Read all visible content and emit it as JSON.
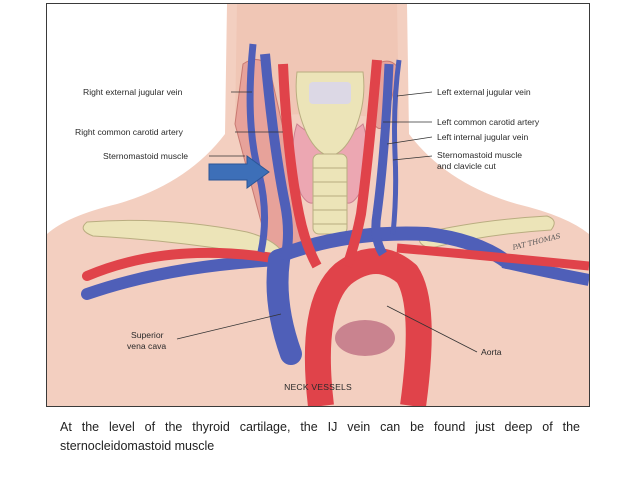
{
  "figure": {
    "title": "NECK VESSELS",
    "signature": "PAT THOMAS",
    "labels": {
      "right_external_jugular_vein": "Right external jugular vein",
      "right_common_carotid_artery": "Right common carotid artery",
      "sternomastoid_muscle": "Sternomastoid muscle",
      "left_external_jugular_vein": "Left external jugular vein",
      "left_common_carotid_artery": "Left common carotid artery",
      "left_internal_jugular_vein": "Left internal jugular vein",
      "sternomastoid_cut_line1": "Sternomastoid muscle",
      "sternomastoid_cut_line2": "and clavicle cut",
      "superior_vena_cava_line1": "Superior",
      "superior_vena_cava_line2": "vena cava",
      "aorta": "Aorta"
    }
  },
  "caption": "At the level of the thyroid cartilage, the IJ vein can be found just deep of the sternocleidomastoid muscle",
  "colors": {
    "skin": "#f3cfc0",
    "artery": "#e0434a",
    "vein": "#4f5fb8",
    "muscle": "#e7a29a",
    "cartilage": "#ece4b8",
    "thyroid": "#eca7b2",
    "pointer_arrow": "#3d6fb8"
  }
}
